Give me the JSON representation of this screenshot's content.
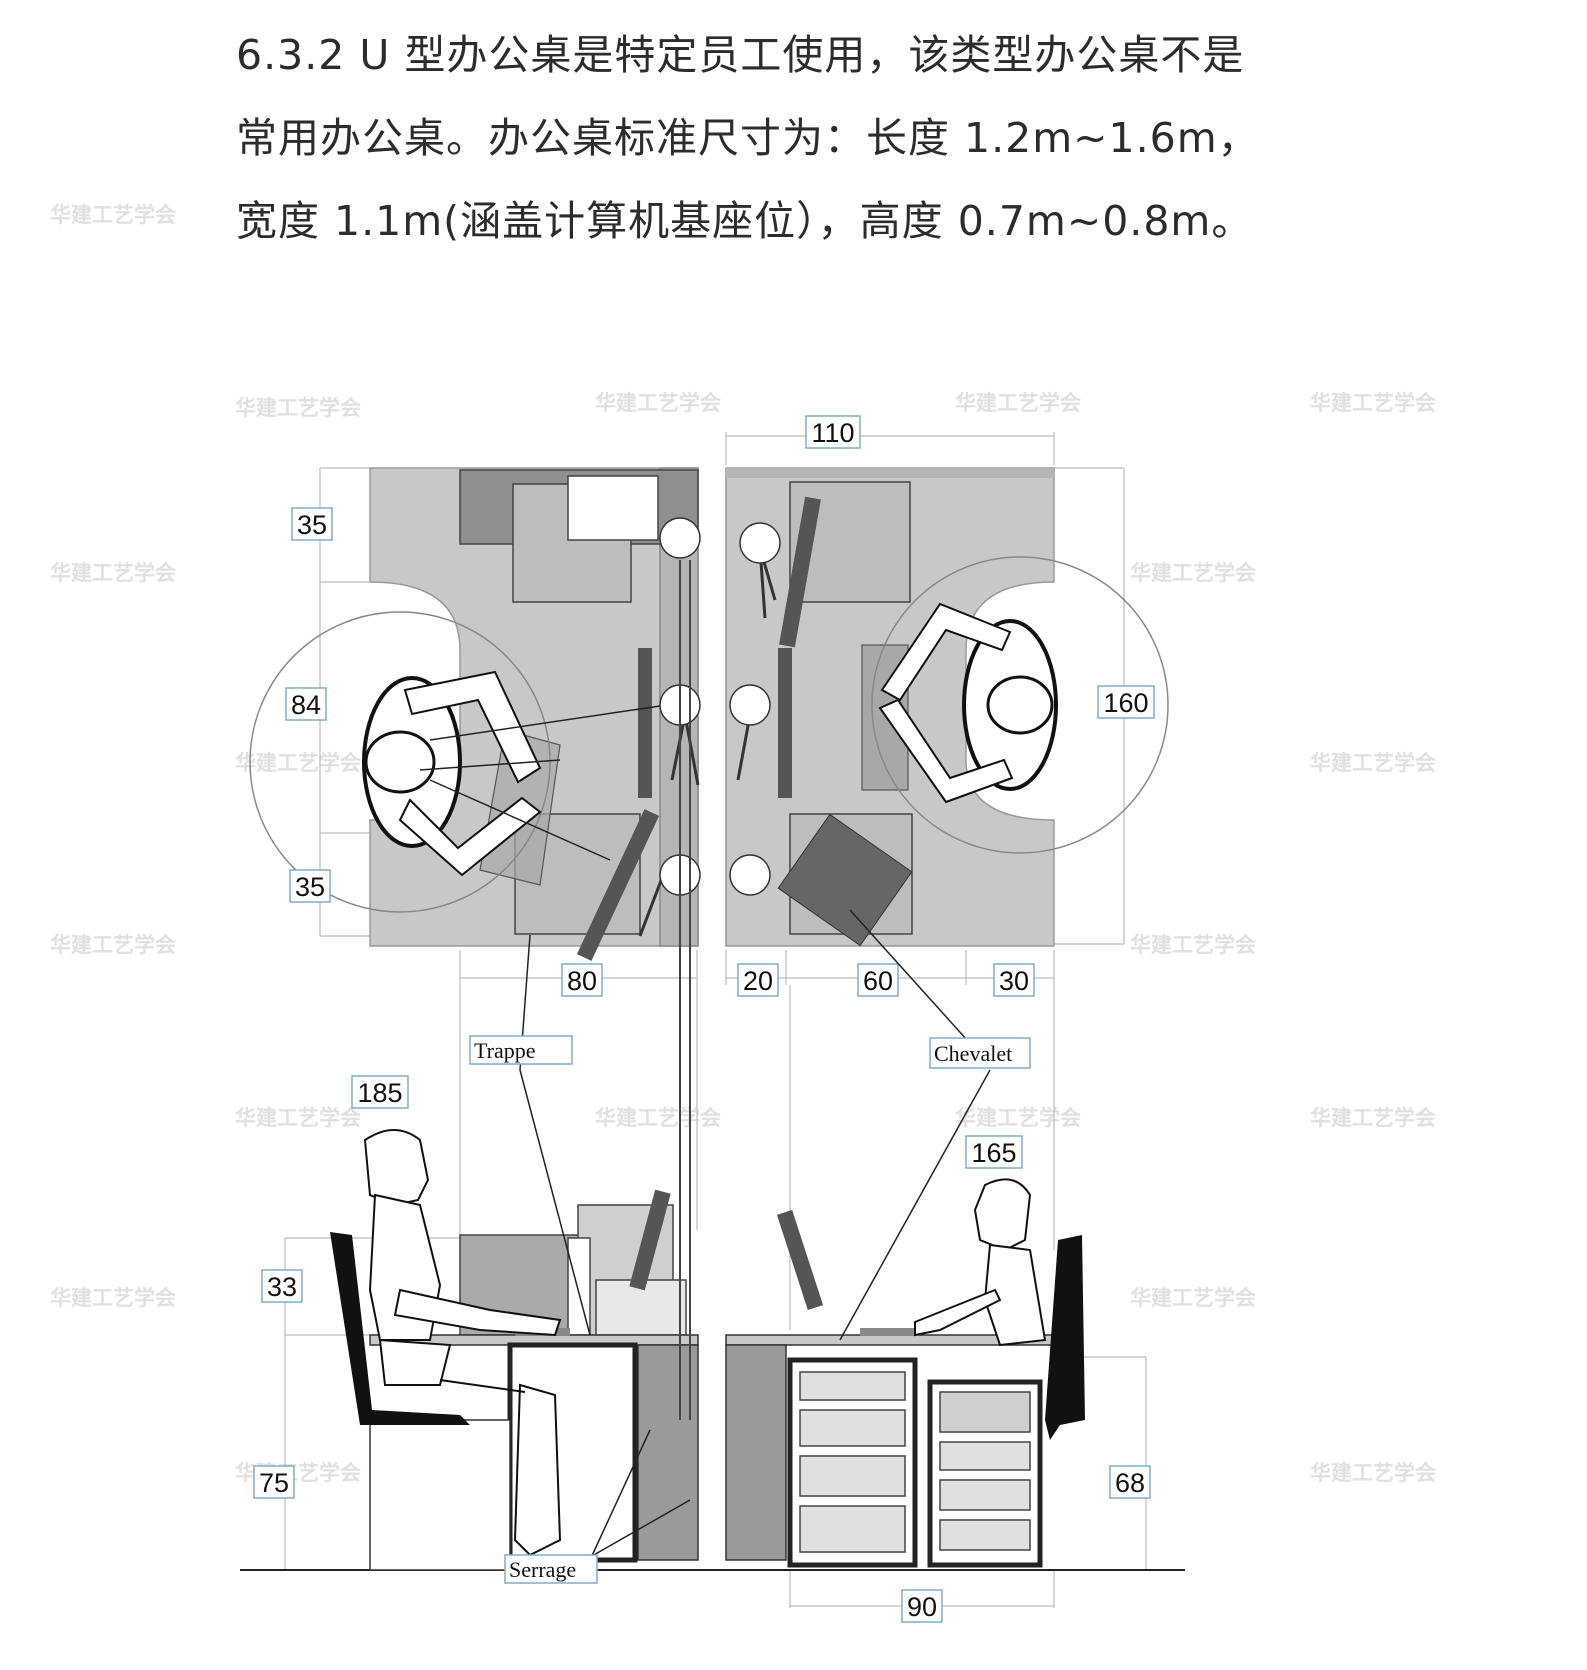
{
  "intro": {
    "lines": [
      "6.3.2 U 型办公桌是特定员工使用，该类型办公桌不是",
      "常用办公桌。办公桌标准尺寸为：长度 1.2m~1.6m，",
      "宽度 1.1m(涵盖计算机基座位），高度 0.7m~0.8m。"
    ]
  },
  "watermark": "华建工艺学会",
  "plan_dims": {
    "top_width": "110",
    "left_top": "35",
    "left_mid": "84",
    "left_bottom": "35",
    "right_length": "160",
    "bottom_80": "80",
    "bottom_20": "20",
    "bottom_60": "60",
    "bottom_30": "30"
  },
  "elevation_dims": {
    "person_left_height": "185",
    "person_right_height": "165",
    "shelf_height": "33",
    "desk_height": "75",
    "cabinet_height": "68",
    "cabinet_width": "90"
  },
  "labels": {
    "trappe": "Trappe",
    "chevalet": "Chevalet",
    "serrage": "Serrage"
  },
  "colors": {
    "desk_gray": "#c8c8c8",
    "dark_gray": "#8a8a8a",
    "monitor": "#555555",
    "line": "#222222"
  }
}
